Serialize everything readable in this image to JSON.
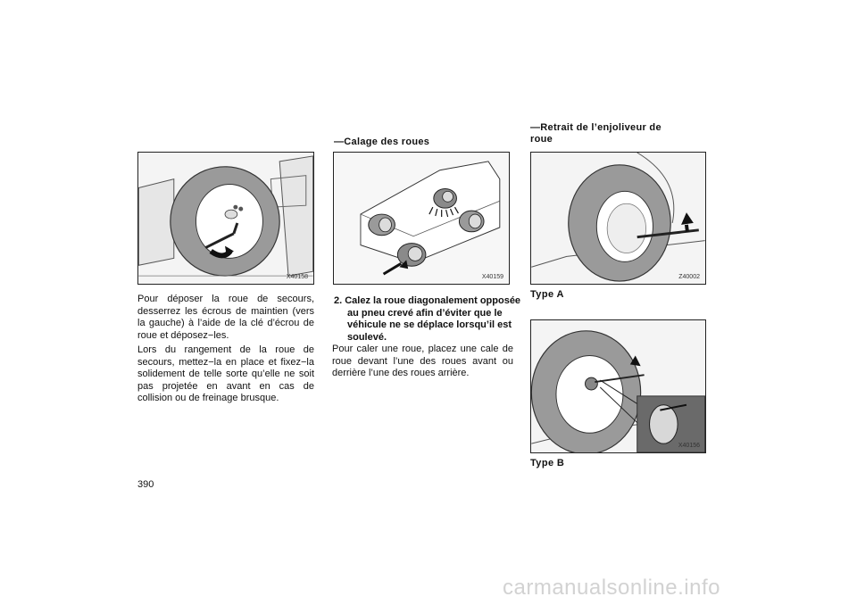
{
  "page_number": "390",
  "column_left": {
    "figure_code": "X40158",
    "paragraphs": [
      "Pour déposer la roue de secours, desserrez les écrous de maintien (vers la gauche) à l’aide de la clé d’écrou de roue et déposez−les.",
      "Lors du rangement de la roue de secours, mettez−la en place et fixez−la solidement de telle sorte qu’elle ne soit pas projetée en avant en cas de collision ou de freinage brusque."
    ]
  },
  "column_middle": {
    "heading": "—Calage des roues",
    "figure_code": "X40159",
    "step": "2. Calez la roue diagonalement opposée au pneu crevé afin d’éviter que le véhicule ne se déplace lorsqu’il est soulevé.",
    "paragraph": "Pour caler une roue, placez une cale de roue devant l’une des roues avant ou derrière l’une des roues arrière."
  },
  "column_right": {
    "heading": "—Retrait de l’enjoliveur de roue",
    "figure_a_code": "Z40002",
    "caption_a": "Type A",
    "figure_b_code": "X40156",
    "caption_b": "Type B"
  },
  "watermark": "carmanualsonline.info"
}
